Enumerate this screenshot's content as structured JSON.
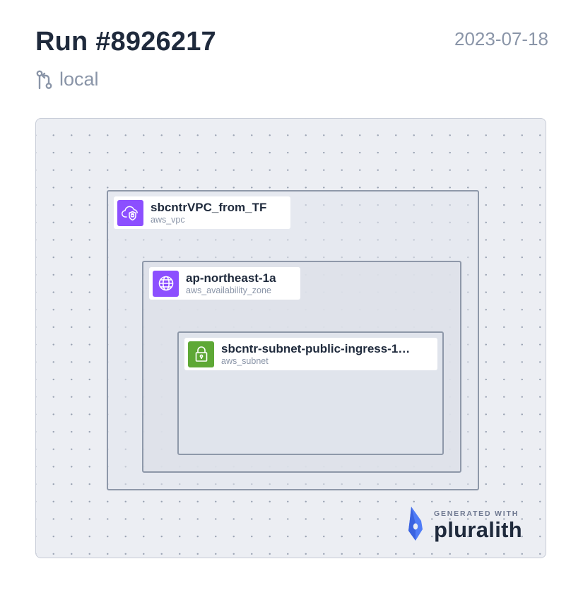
{
  "header": {
    "title": "Run #8926217",
    "date": "2023-07-18",
    "branch": "local",
    "branch_icon": "git-branch-icon"
  },
  "diagram": {
    "resources": [
      {
        "name": "sbcntrVPC_from_TF",
        "type": "aws_vpc",
        "icon": "vpc-cloud-icon",
        "icon_color": "#8c4fff"
      },
      {
        "name": "ap-northeast-1a",
        "type": "aws_availability_zone",
        "icon": "globe-icon",
        "icon_color": "#8c4fff"
      },
      {
        "name": "sbcntr-subnet-public-ingress-1…",
        "type": "aws_subnet",
        "icon": "lock-icon",
        "icon_color": "#5ea836"
      }
    ]
  },
  "branding": {
    "generated_with": "GENERATED WITH",
    "name": "pluralith",
    "logo_icon": "pluralith-logo-icon",
    "logo_color": "#4f7cf7"
  },
  "colors": {
    "title": "#1f2a3c",
    "muted": "#8a95a8",
    "canvas_bg": "#eceef3",
    "group_border": "#8e98a9"
  }
}
